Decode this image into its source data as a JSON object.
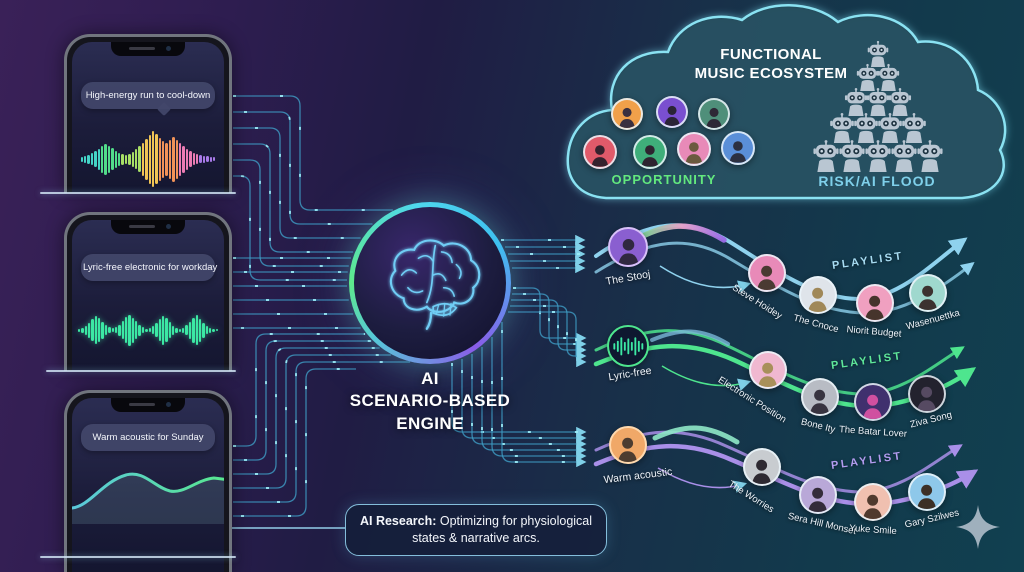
{
  "colors": {
    "flow1": "#8fd2ee",
    "flow2": "#4ee58e",
    "flow3": "#a98fe8",
    "opportunity": "#63e87e",
    "risk": "#7fd0ea"
  },
  "scenarios": [
    {
      "label": "High-energy run to cool-down"
    },
    {
      "label": "Lyric-free electronic for workday"
    },
    {
      "label": "Warm acoustic for Sunday"
    }
  ],
  "engine": {
    "line1": "AI",
    "line2": "SCENARIO-BASED",
    "line3": "ENGINE"
  },
  "ecosystem": {
    "title_line1": "FUNCTIONAL",
    "title_line2": "MUSIC ECOSYSTEM",
    "opportunity_label": "OPPORTUNITY",
    "risk_label": "RISK/AI FLOOD"
  },
  "flows": [
    {
      "source": "The Stooj",
      "playlist_label": "PLAYLIST",
      "artists": [
        "Steve Hoidey",
        "The Cnoce",
        "Niorit Budget",
        "Wasenuettka"
      ]
    },
    {
      "source": "Lyric-free",
      "playlist_label": "PLAYLIST",
      "artists": [
        "Electronic Position",
        "Bone Ity",
        "The Batar Lover",
        "Ziva Song"
      ]
    },
    {
      "source": "Warm acoustic",
      "playlist_label": "PLAYLIST",
      "artists": [
        "The Worries",
        "Sera Hill Monset",
        "Yuke Smile",
        "Gary Szilwes"
      ]
    }
  ],
  "research_note": {
    "strong": "AI Research:",
    "rest": " Optimizing for physiological states & narrative arcs."
  }
}
